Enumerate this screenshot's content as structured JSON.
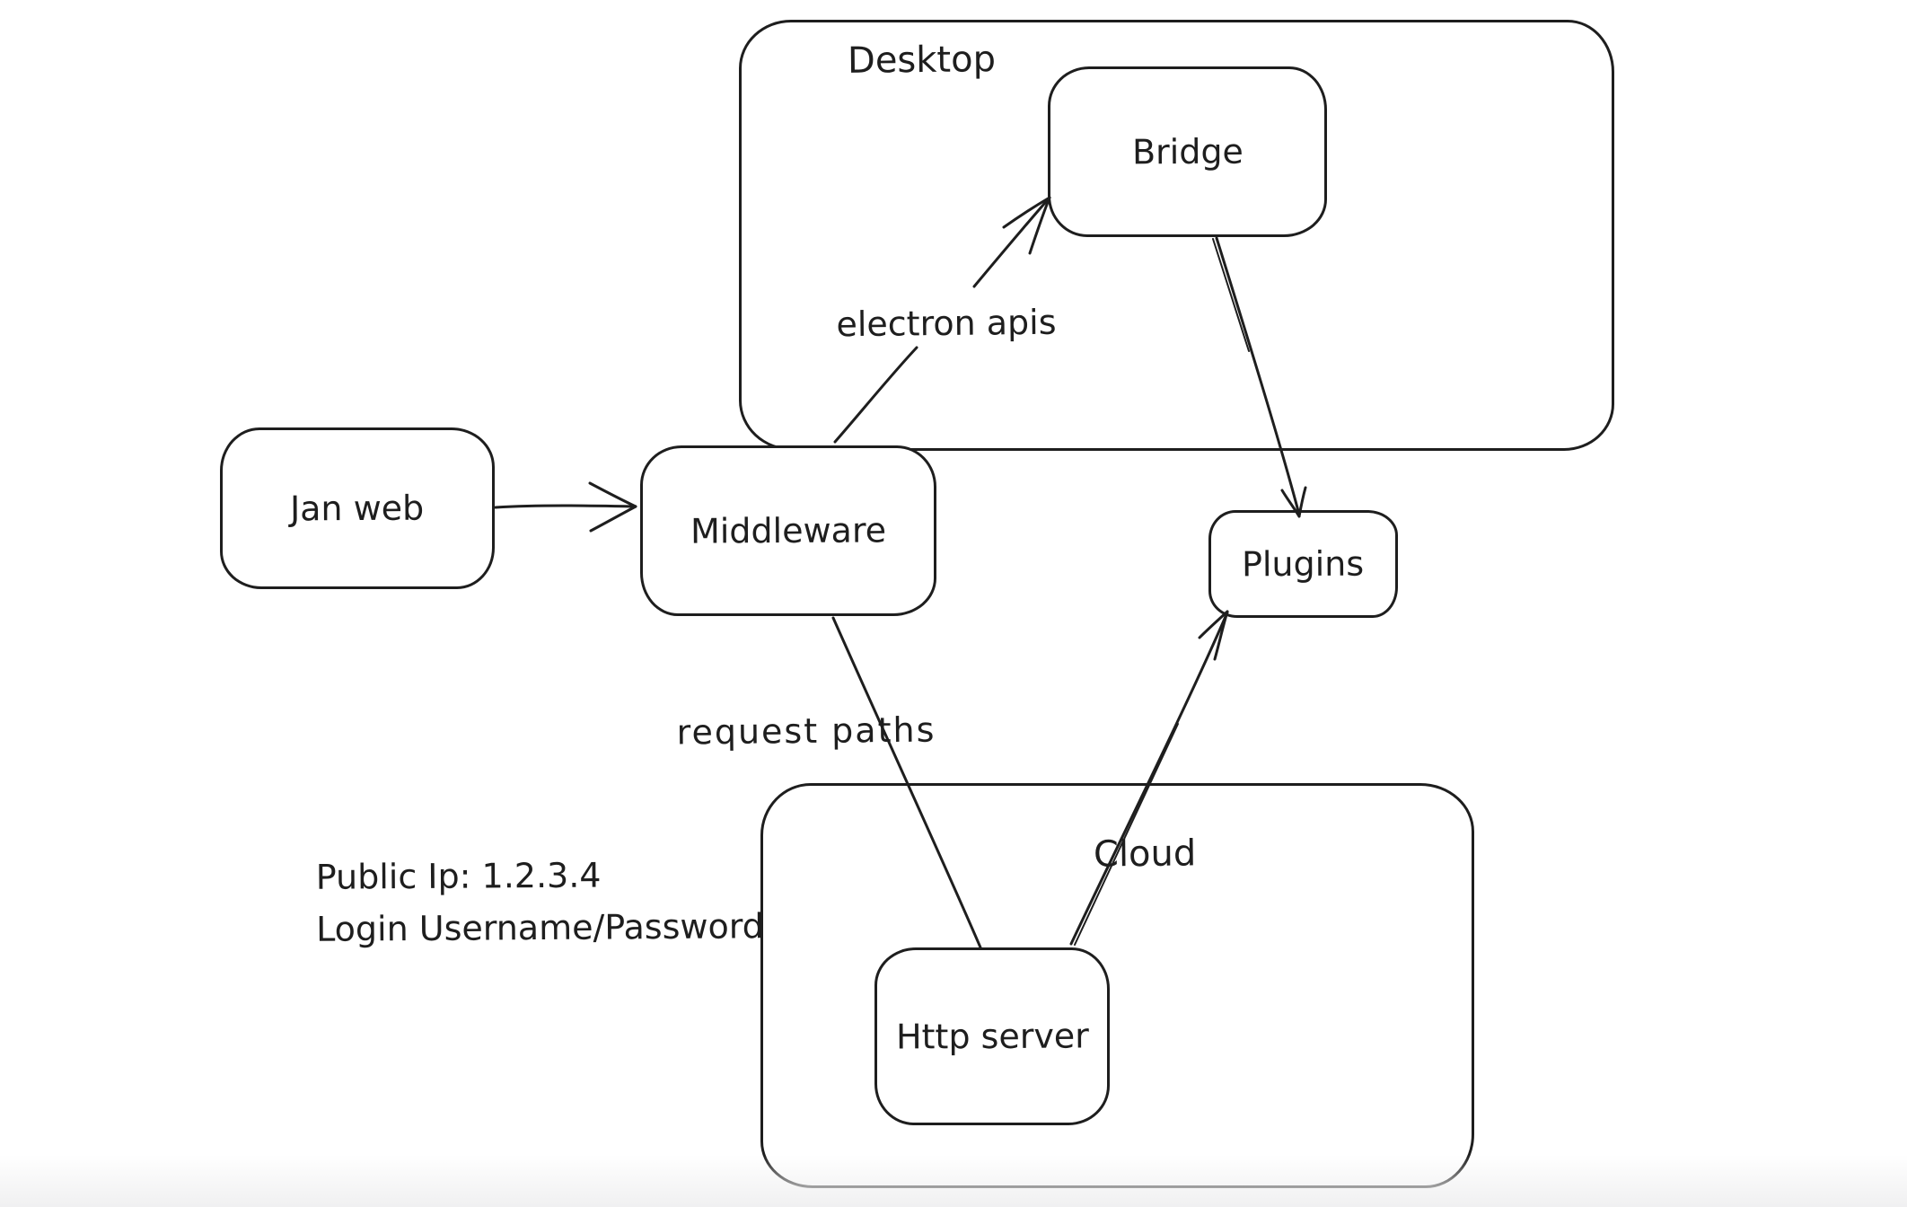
{
  "canvas": {
    "background": "#ffffff",
    "stroke_color": "#1e1e1e",
    "text_color": "#1e1e1e",
    "bottom_fade_color": "#f0f0f1",
    "style": "hand-drawn whiteboard sketch"
  },
  "diagram": {
    "containers": {
      "desktop": {
        "label": "Desktop"
      },
      "cloud": {
        "label": "Cloud"
      }
    },
    "nodes": {
      "jan_web": {
        "label": "Jan web"
      },
      "middleware": {
        "label": "Middleware"
      },
      "bridge": {
        "label": "Bridge"
      },
      "plugins": {
        "label": "Plugins"
      },
      "http_server": {
        "label": "Http server"
      }
    },
    "edge_labels": {
      "electron_apis": "electron apis",
      "request_paths": "request paths"
    },
    "edges": [
      {
        "from": "jan_web",
        "to": "middleware",
        "label": "",
        "arrowhead": "end"
      },
      {
        "from": "middleware",
        "to": "bridge",
        "label": "electron apis",
        "arrowhead": "end"
      },
      {
        "from": "bridge",
        "to": "plugins",
        "label": "",
        "arrowhead": "end"
      },
      {
        "from": "middleware",
        "to": "http_server",
        "label": "request paths",
        "arrowhead": "none"
      },
      {
        "from": "http_server",
        "to": "plugins",
        "label": "",
        "arrowhead": "end"
      }
    ],
    "note": {
      "line1": "Public Ip: 1.2.3.4",
      "line2": "Login Username/Password"
    }
  }
}
